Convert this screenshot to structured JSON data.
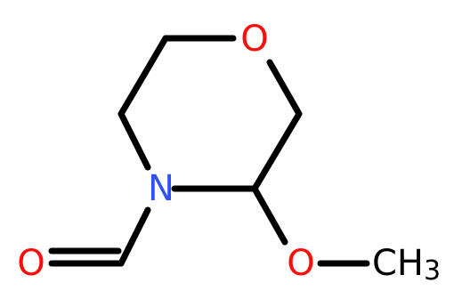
{
  "molecule": {
    "atoms": {
      "ring_oxygen": {
        "label": "O",
        "color": "#ff0d0d"
      },
      "ring_nitrogen": {
        "label": "N",
        "color": "#3050f8"
      },
      "carbonyl_oxygen": {
        "label": "O",
        "color": "#ff0d0d"
      },
      "methoxy_oxygen": {
        "label": "O",
        "color": "#ff0d0d"
      },
      "methyl": {
        "label": "CH",
        "subscript": "3",
        "color": "#000000"
      }
    },
    "bond_color": "#000000"
  }
}
